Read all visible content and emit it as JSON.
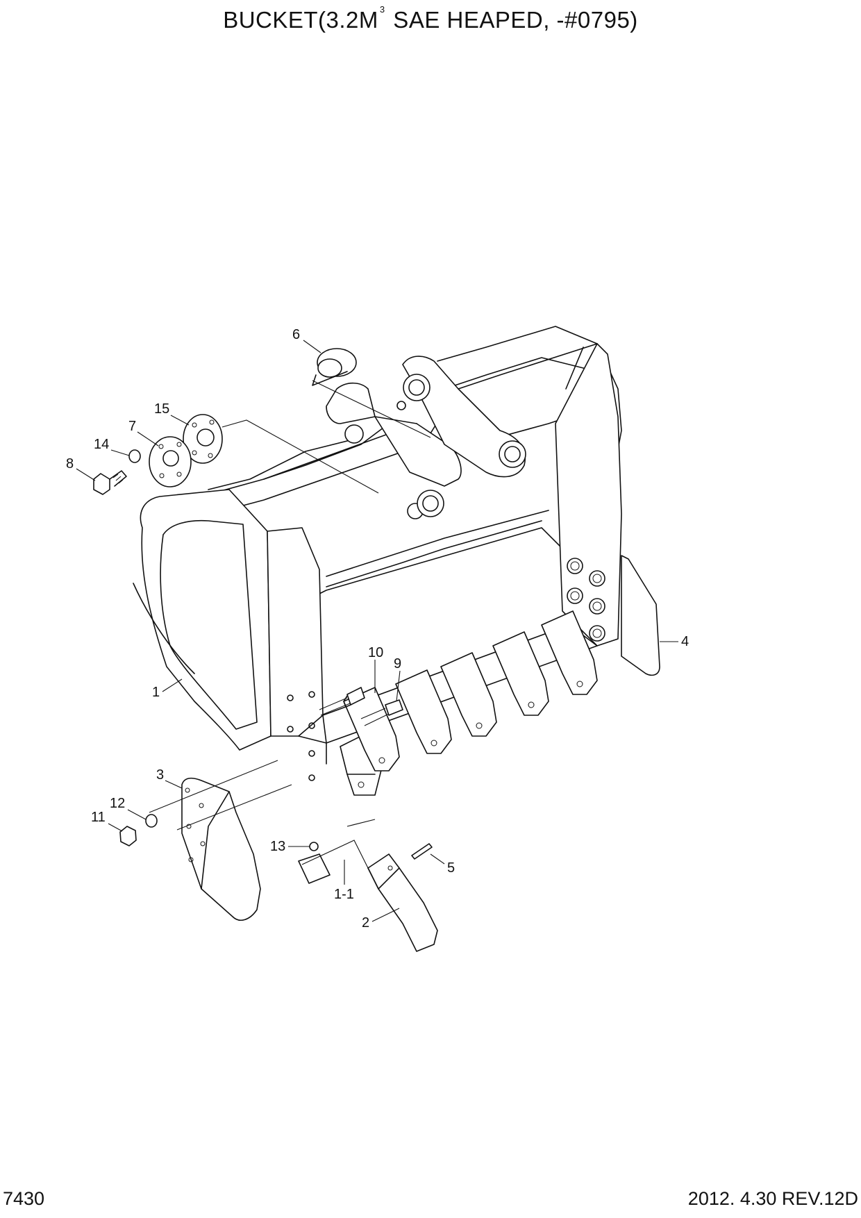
{
  "header": {
    "title_main": "BUCKET(3.2M",
    "title_sup": "3",
    "title_rest": " SAE HEAPED, -#0795)"
  },
  "footer": {
    "page_number": "7430",
    "revision": "2012. 4.30  REV.12D"
  },
  "callouts": {
    "c1": "1",
    "c1_1": "1-1",
    "c2": "2",
    "c3": "3",
    "c4": "4",
    "c5": "5",
    "c6": "6",
    "c7": "7",
    "c8": "8",
    "c9": "9",
    "c10": "10",
    "c11": "11",
    "c12": "12",
    "c13": "13",
    "c14": "14",
    "c15": "15"
  }
}
